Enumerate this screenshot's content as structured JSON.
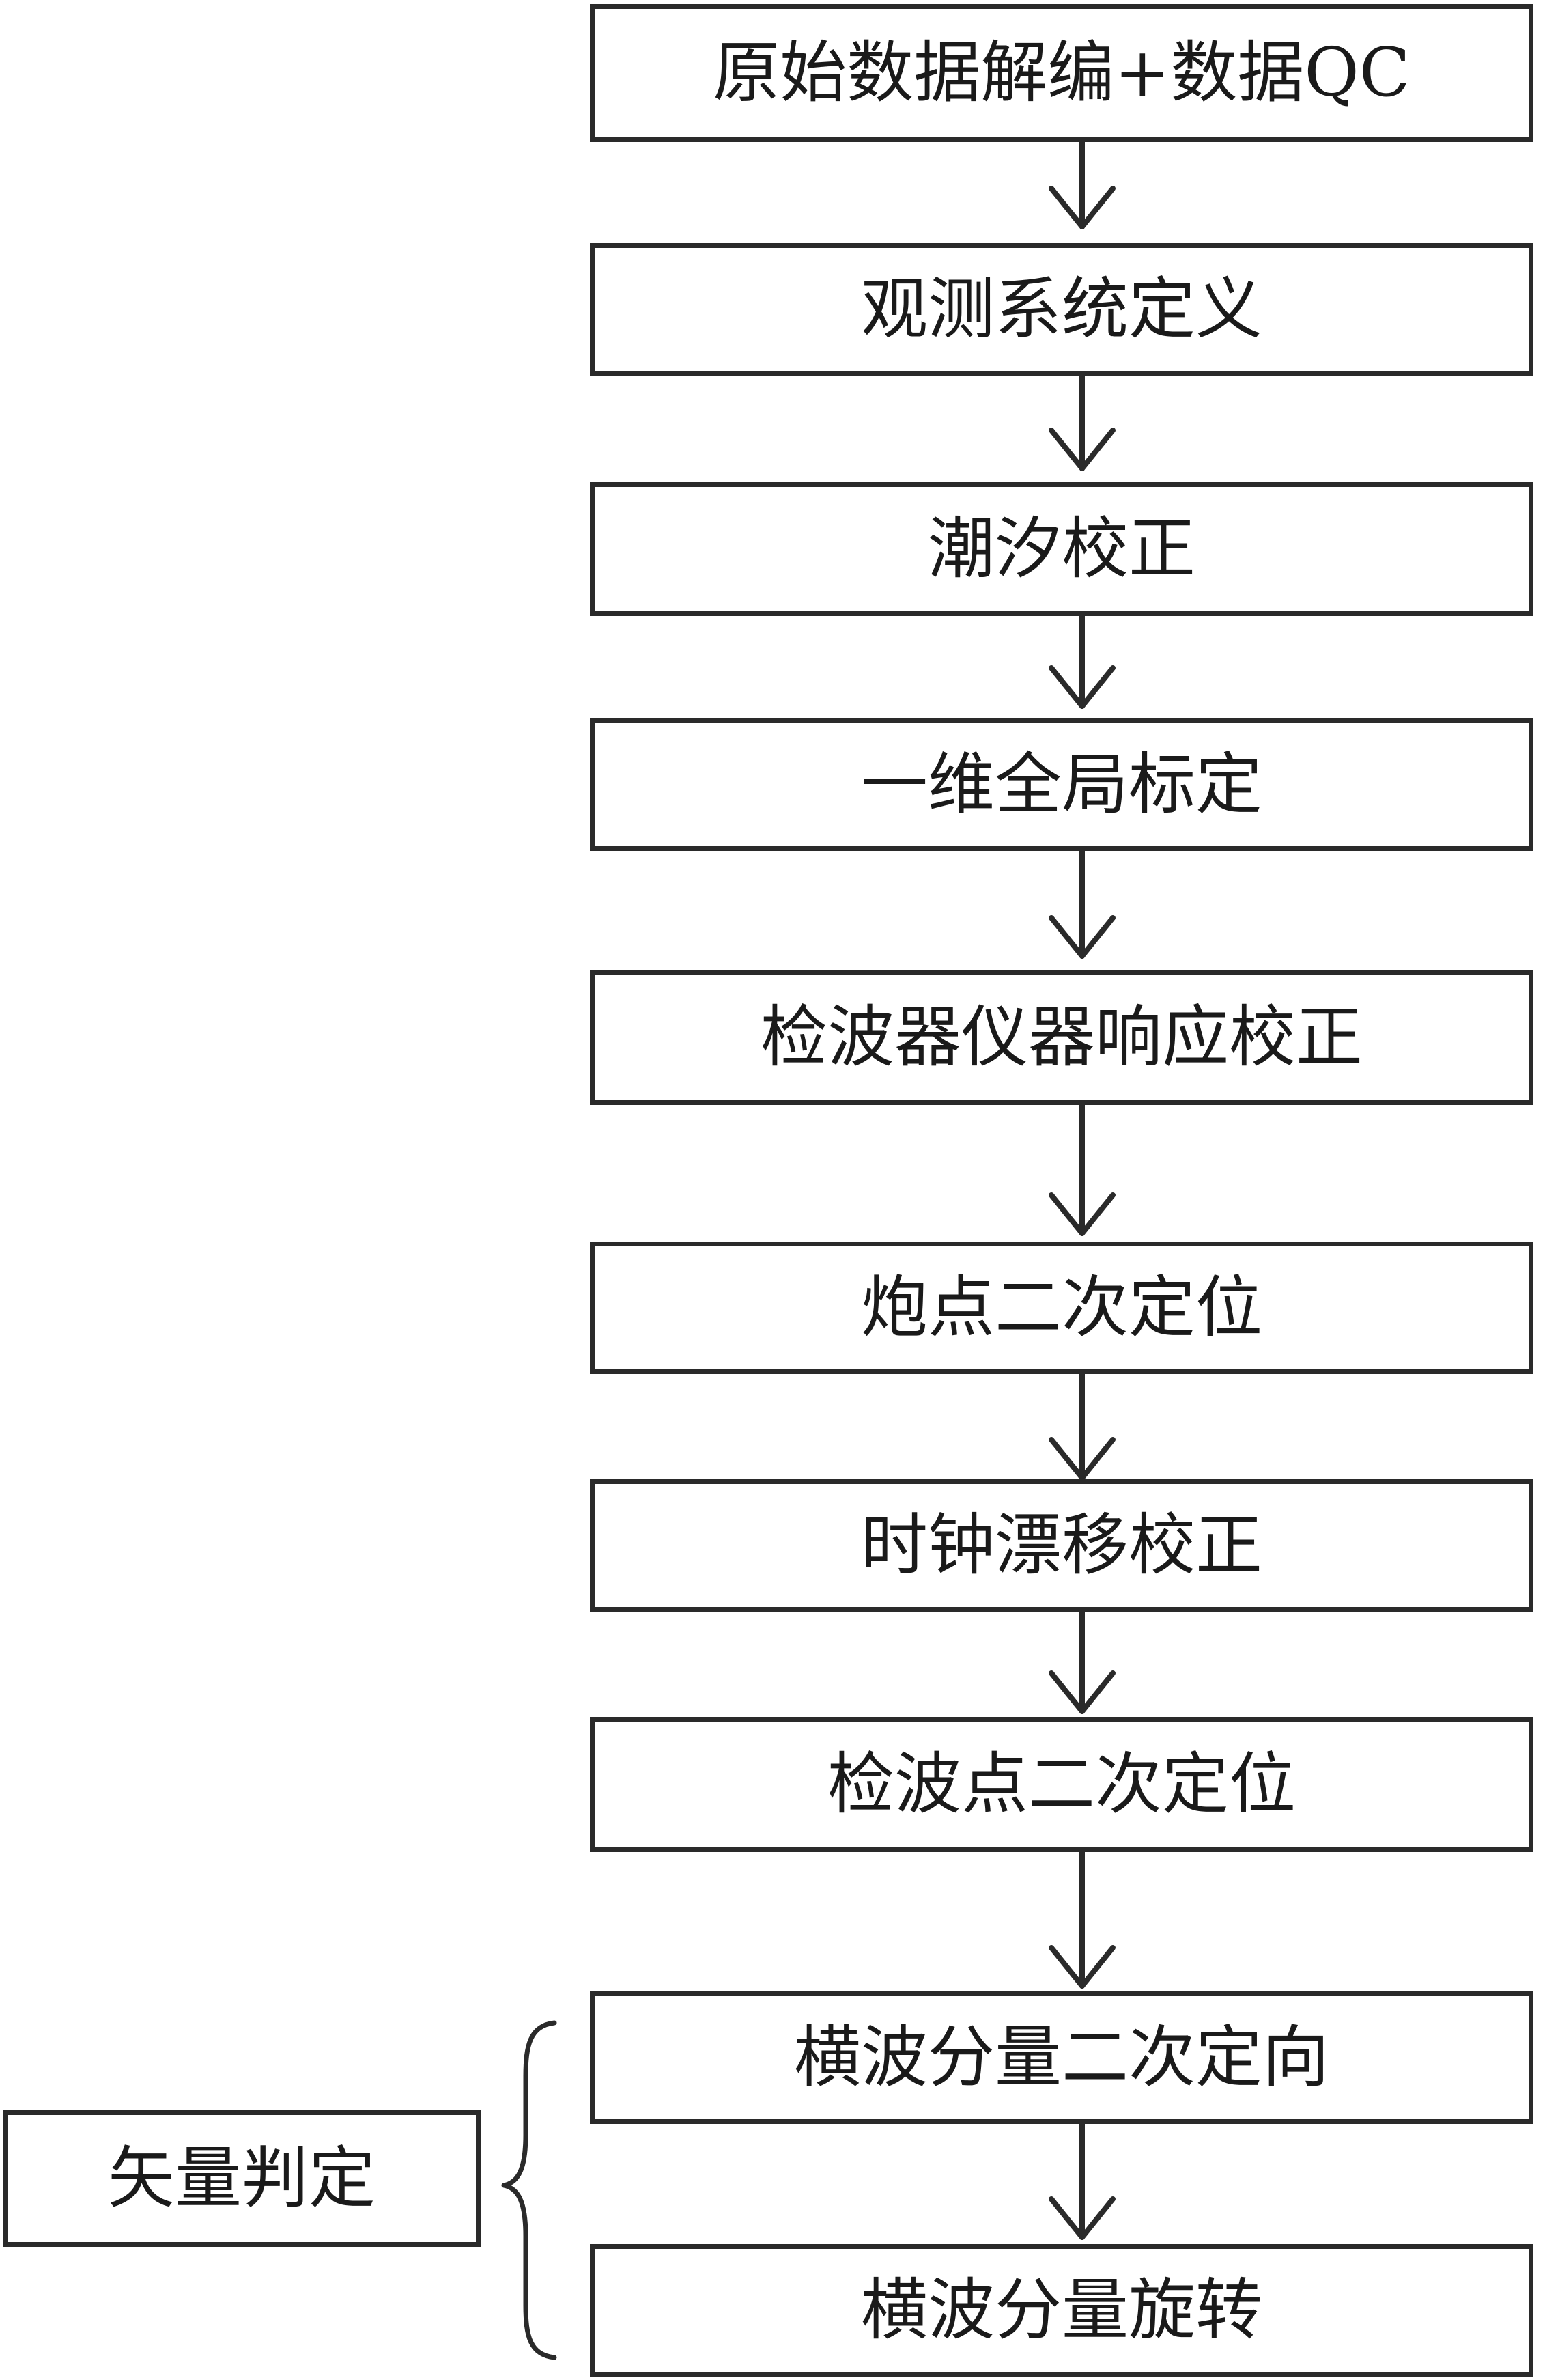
{
  "diagram": {
    "steps": [
      "原始数据解编+数据QC",
      "观测系统定义",
      "潮汐校正",
      "一维全局标定",
      "检波器仪器响应校正",
      "炮点二次定位",
      "时钟漂移校正",
      "检波点二次定位",
      "横波分量二次定向",
      "横波分量旋转"
    ],
    "group_label": "矢量判定"
  }
}
